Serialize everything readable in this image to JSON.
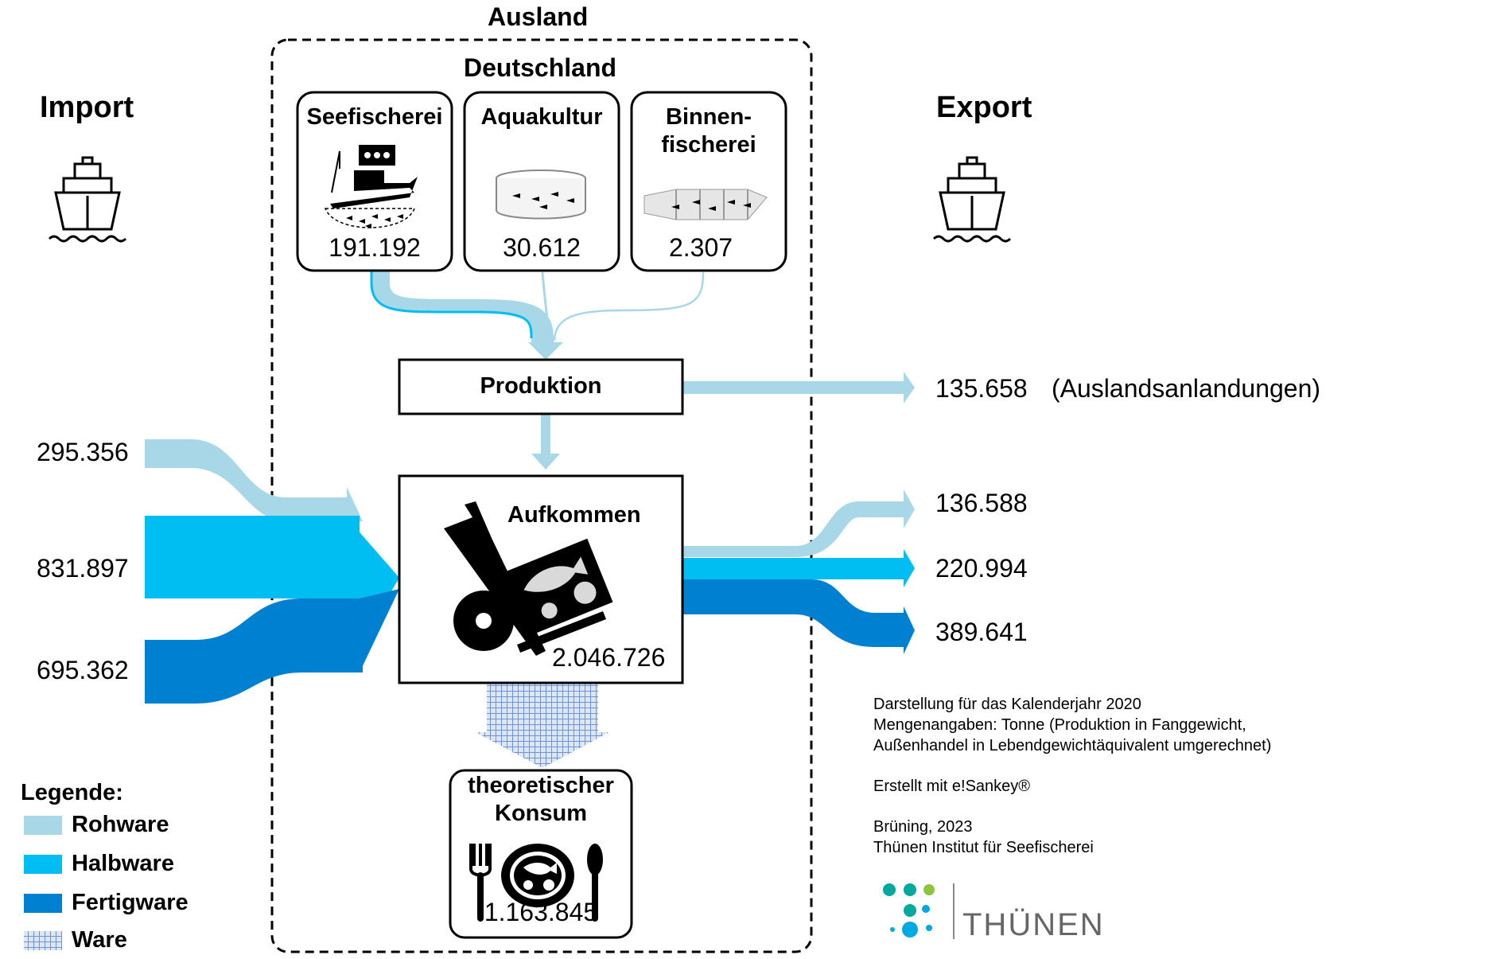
{
  "headers": {
    "ausland": "Ausland",
    "deutschland": "Deutschland",
    "import": "Import",
    "export": "Export"
  },
  "sources": [
    {
      "label": "Seefischerei",
      "value": "191.192",
      "icon": "fishing-boat-icon"
    },
    {
      "label": "Aquakultur",
      "value": "30.612",
      "icon": "aquaculture-pond-icon"
    },
    {
      "label": "Binnen-\nfischerei",
      "value": "2.307",
      "icon": "fish-trap-net-icon"
    }
  ],
  "produktion": {
    "label": "Produktion"
  },
  "aufkommen": {
    "label": "Aufkommen",
    "value": "2.046.726",
    "icon": "hand-truck-icon"
  },
  "konsum": {
    "label": "theoretischer\nKonsum",
    "value": "1.163.845",
    "icon": "plate-cutlery-icon"
  },
  "imports": [
    {
      "value": "295.356",
      "category": "Rohware"
    },
    {
      "value": "831.897",
      "category": "Halbware"
    },
    {
      "value": "695.362",
      "category": "Fertigware"
    }
  ],
  "exports": {
    "auslandsanlandungen": {
      "value": "135.658",
      "note": "(Auslandsanlandungen)"
    },
    "items": [
      {
        "value": "136.588",
        "category": "Rohware"
      },
      {
        "value": "220.994",
        "category": "Halbware"
      },
      {
        "value": "389.641",
        "category": "Fertigware"
      }
    ]
  },
  "legend": {
    "title": "Legende:",
    "items": [
      {
        "label": "Rohware",
        "color": "#a8d8e8"
      },
      {
        "label": "Halbware",
        "color": "#00bdf2"
      },
      {
        "label": "Fertigware",
        "color": "#0080d0"
      },
      {
        "label": "Ware",
        "color": "#9ab7e6"
      }
    ]
  },
  "notes": [
    "Darstellung für das Kalenderjahr 2020",
    "Mengenangaben: Tonne (Produktion in Fanggewicht,",
    "Außenhandel in Lebendgewichtäquivalent umgerechnet)",
    "Erstellt mit e!Sankey®",
    "Brüning, 2023",
    "Thünen Institut für Seefischerei"
  ],
  "logo": {
    "text": "THÜNEN",
    "dot_colors": [
      "#00a99d",
      "#8cc63f",
      "#00a9e0"
    ]
  },
  "colors": {
    "rohware": "#a8d8e8",
    "halbware": "#00bdf2",
    "fertigware": "#0080d0",
    "ware_grid": "#9ab7e6"
  }
}
